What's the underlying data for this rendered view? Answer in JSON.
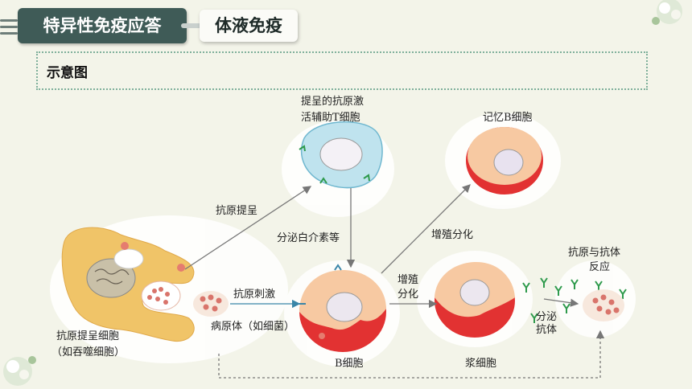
{
  "header": {
    "main_tag": "特异性免疫应答",
    "sub_tag": "体液免疫"
  },
  "section": {
    "title": "示意图"
  },
  "diagram": {
    "apc_label_line1": "抗原提呈细胞",
    "apc_label_line2": "（如吞噬细胞）",
    "pathogen_label": "病原体（如细菌）",
    "antigen_presentation": "抗原提呈",
    "antigen_stimulation": "抗原刺激",
    "helper_t_line1": "提呈的抗原激",
    "helper_t_line2": "活辅助T细胞",
    "cytokine_secretion": "分泌白介素等",
    "proliferate_differentiate": "增殖分化",
    "proliferate_line1": "增殖",
    "proliferate_line2": "分化",
    "memory_b": "记忆B细胞",
    "b_cell": "B细胞",
    "plasma_cell": "浆细胞",
    "secrete_antibody_line1": "分泌",
    "secrete_antibody_line2": "抗体",
    "antigen_antibody_line1": "抗原与抗体",
    "antigen_antibody_line2": "反应"
  },
  "colors": {
    "header_dark": "#3f5b57",
    "cell_blue": "#bfe3ee",
    "cell_orange": "#f7c9a2",
    "cell_red": "#e23232",
    "apc_yellow": "#f0c468"
  }
}
